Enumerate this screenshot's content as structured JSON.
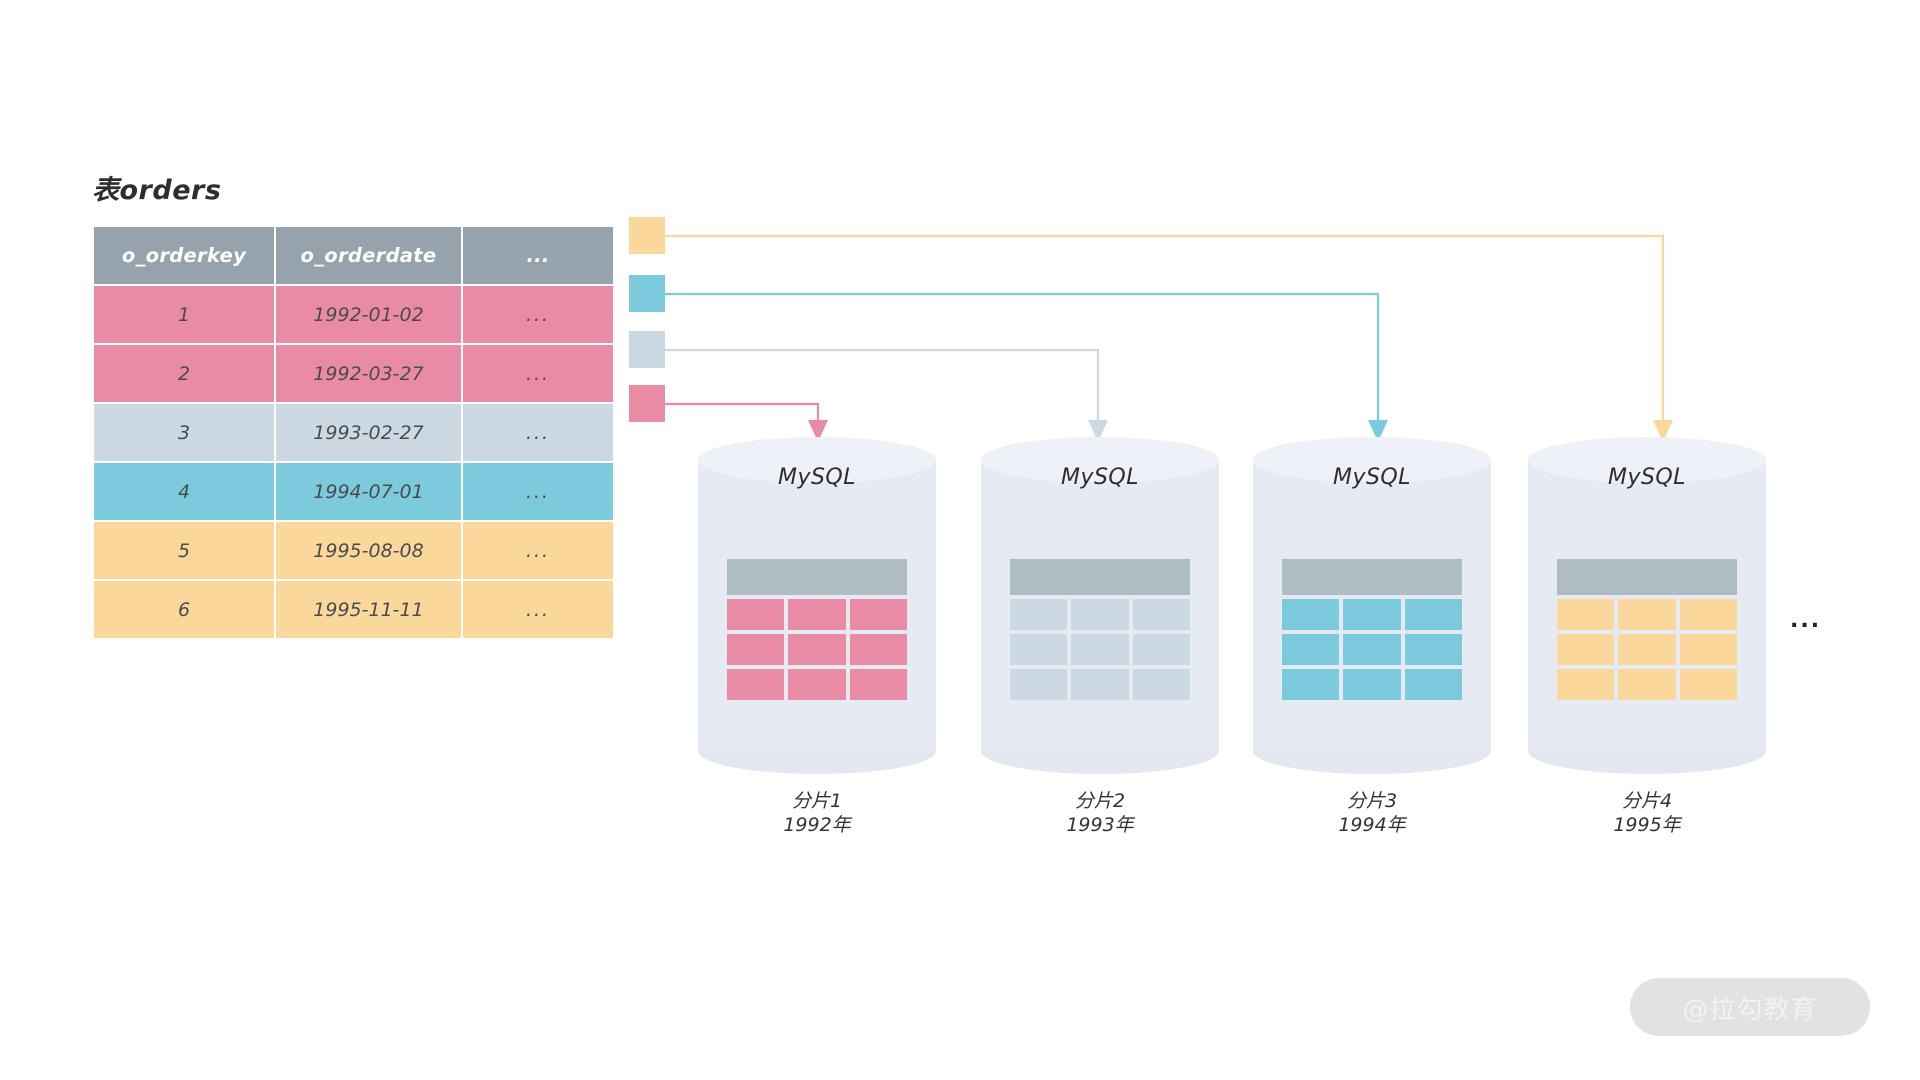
{
  "diagram": {
    "title": "表orders",
    "right_ellipsis": "...",
    "watermark": "@拉勾教育"
  },
  "source_table": {
    "name": "表orders",
    "columns": [
      "o_orderkey",
      "o_orderdate",
      "..."
    ],
    "rows": [
      {
        "o_orderkey": "1",
        "o_orderdate": "1992-01-02",
        "more": "...",
        "color_key": "pink",
        "color": "#ea8ba5"
      },
      {
        "o_orderkey": "2",
        "o_orderdate": "1992-03-27",
        "more": "...",
        "color_key": "pink",
        "color": "#ea8ba5"
      },
      {
        "o_orderkey": "3",
        "o_orderdate": "1993-02-27",
        "more": "...",
        "color_key": "steel",
        "color": "#cdd9e2"
      },
      {
        "o_orderkey": "4",
        "o_orderdate": "1994-07-01",
        "more": "...",
        "color_key": "cyan",
        "color": "#7ccbdd"
      },
      {
        "o_orderkey": "5",
        "o_orderdate": "1995-08-08",
        "more": "...",
        "color_key": "amber",
        "color": "#fad79b"
      },
      {
        "o_orderkey": "6",
        "o_orderdate": "1995-11-11",
        "more": "...",
        "color_key": "amber",
        "color": "#fad79b"
      }
    ],
    "header_color": "#96a3ad"
  },
  "legend_swatches": [
    {
      "color_key": "amber",
      "color": "#fad79b",
      "target_shard": 4
    },
    {
      "color_key": "cyan",
      "color": "#7ccbdd",
      "target_shard": 3
    },
    {
      "color_key": "steel",
      "color": "#cdd9e2",
      "target_shard": 2
    },
    {
      "color_key": "pink",
      "color": "#ea8ba5",
      "target_shard": 1
    }
  ],
  "shards": [
    {
      "db_label": "MySQL",
      "shard_name": "分片1",
      "year": "1992年",
      "caption": "分片1\n1992年",
      "color_key": "pink",
      "color": "#ea8ba5",
      "header_color": "#afbcc4"
    },
    {
      "db_label": "MySQL",
      "shard_name": "分片2",
      "year": "1993年",
      "caption": "分片2\n1993年",
      "color_key": "steel",
      "color": "#cdd9e2",
      "header_color": "#afbcc4"
    },
    {
      "db_label": "MySQL",
      "shard_name": "分片3",
      "year": "1994年",
      "caption": "分片3\n1994年",
      "color_key": "cyan",
      "color": "#7ccbdd",
      "header_color": "#afbcc4"
    },
    {
      "db_label": "MySQL",
      "shard_name": "分片4",
      "year": "1995年",
      "caption": "分片4\n1995年",
      "color_key": "amber",
      "color": "#fad79b",
      "header_color": "#afbcc4"
    }
  ]
}
